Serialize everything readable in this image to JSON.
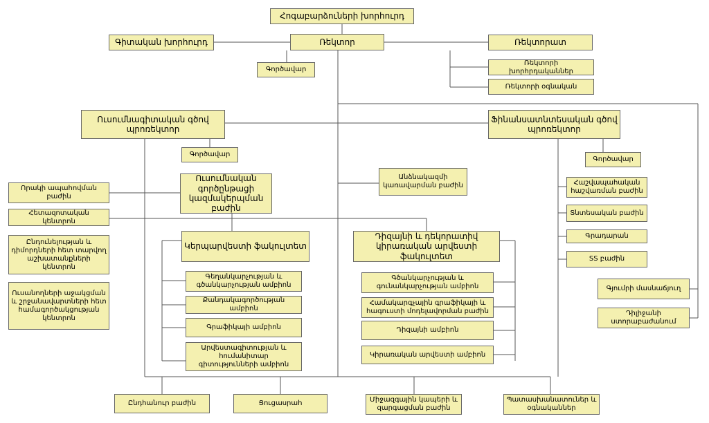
{
  "colors": {
    "box_fill": "#f4f0b0",
    "box_border": "#666666",
    "line": "#555555"
  },
  "nodes": {
    "council": "Հոգաբարձուների խորհուրդ",
    "scientific_council": "Գիտական խորհուրդ",
    "rector": "Ռեկտոր",
    "rectorate": "Ռեկտորատ",
    "rector_clerk": "Գործավար",
    "rector_advisers": "Ռեկտորի խորհրդականներ",
    "rector_assistant": "Ռեկտորի օգնական",
    "vice_academic": "Ուսումնագիտական գծով պրոռեկտոր",
    "vice_finance": "Ֆինանսատնտեսական գծով պրոռեկտոր",
    "academic_clerk": "Գործավար",
    "finance_clerk": "Գործավար",
    "education_dept": "Ուսումնական գործընթացի կազմակերպման բաժին",
    "hr_dept": "Անձնակազմի կառավարման բաժին",
    "accounting_dept": "Հաշվապահական հաշվառման բաժին",
    "quality_dept": "Որակի ապահովման բաժին",
    "research_center": "Հետազոտական կենտրոն",
    "applicants_center": "Ընդունելության և դիմորդների հետ տարվող աշխատանքների կենտրոն",
    "student_support_center": "Ուսանողների աջակցման և շրջանավարտների հետ համագործակցության կենտրոն",
    "economic_dept": "Տնտեսական բաժին",
    "library": "Գրադարան",
    "it_dept": "SS բաժին",
    "gyumri_branch": "Գյումրի մասնաճյուղ",
    "dilijan_division": "Դիլիջանի ստորաբաժանում",
    "fine_arts_faculty": "Կերպարվեստի ֆակուլտետ",
    "design_faculty": "Դիզայնի և դեկորատիվ կիրառական արվեստի ֆակուլտետ",
    "painting_chair": "Գեղանկարչության և գծանկարչության ամբիոն",
    "sculpture_chair": "Քանդակագործության ամբիոն",
    "graphics_chair": "Գրաֆիկայի ամբիոն",
    "art_history_chair": "Արվեստագիտության և հումանիտար գիտությունների ամբիոն",
    "drawing_chair": "Գծանկարչության և գունանկարչության ամբիոն",
    "computer_graphics_chair": "Համակարգչային գրաֆիկայի և հագուստի մոդելավորման բաժին",
    "design_chair": "Դիզայնի ամբիոն",
    "applied_art_chair": "Կիրառական արվեստի ամբիոն",
    "general_dept": "Ընդհանուր բաժին",
    "exhibition_hall": "Ցուցասրահ",
    "international_dept": "Միջազգային կապերի և զարգացման բաժին",
    "responsible_persons": "Պատասխանատուներ և օգնականներ"
  }
}
